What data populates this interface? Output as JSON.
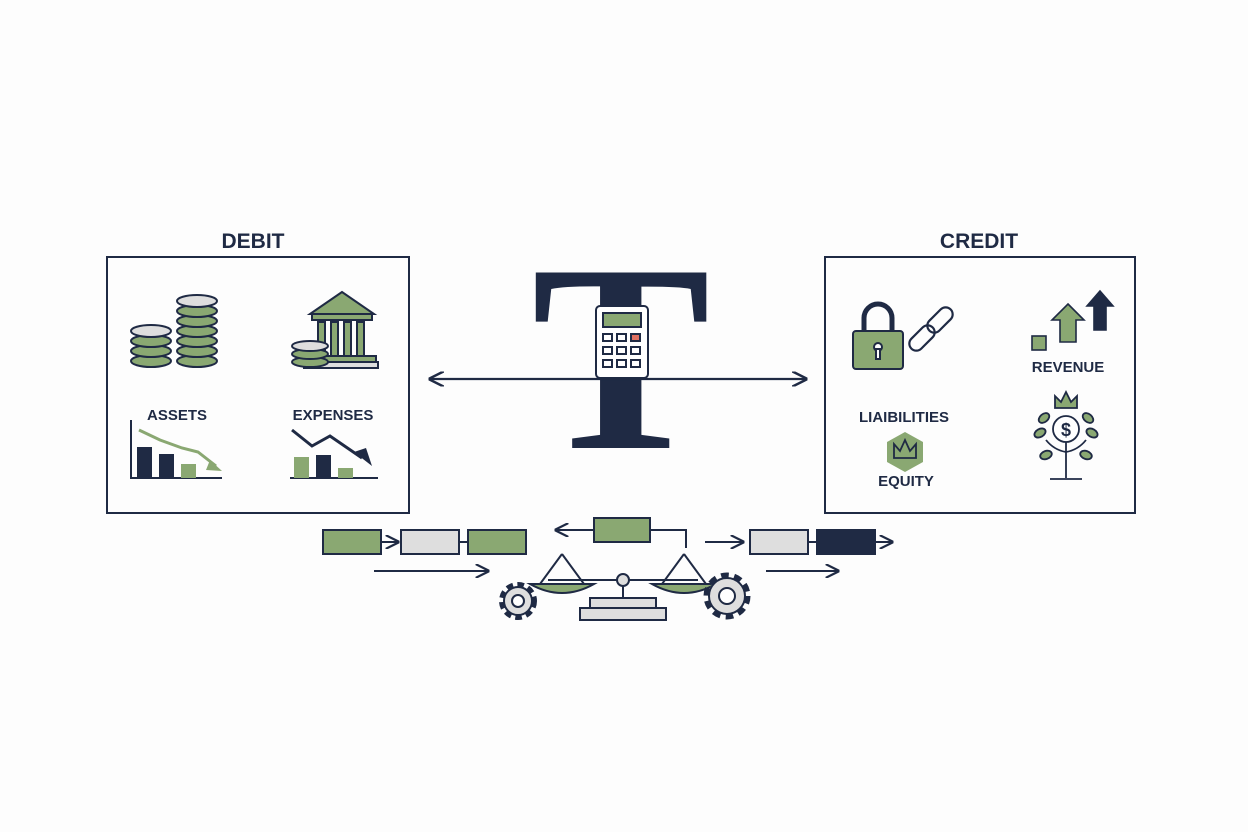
{
  "debit": {
    "title": "DEBIT",
    "assets_label": "ASSETS",
    "expenses_label": "EXPENSES"
  },
  "credit": {
    "title": "CREDIT",
    "liabilities_label": "LIAIBILITIES",
    "equity_label": "EQUITY",
    "revenue_label": "REVENUE"
  },
  "center": {
    "t_letter": "T"
  },
  "icons": [
    "coin-stacks-icon",
    "bank-building-icon",
    "bar-chart-down-icon",
    "trend-down-icon",
    "padlock-icon",
    "chain-link-icon",
    "growth-arrows-icon",
    "crown-hexagon-icon",
    "money-tree-icon",
    "calculator-icon",
    "balance-scale-icon",
    "gear-icon"
  ],
  "colors": {
    "navy": "#1f2a44",
    "green": "#8aa872",
    "gray": "#dedede",
    "background": "#fdfdfd"
  }
}
